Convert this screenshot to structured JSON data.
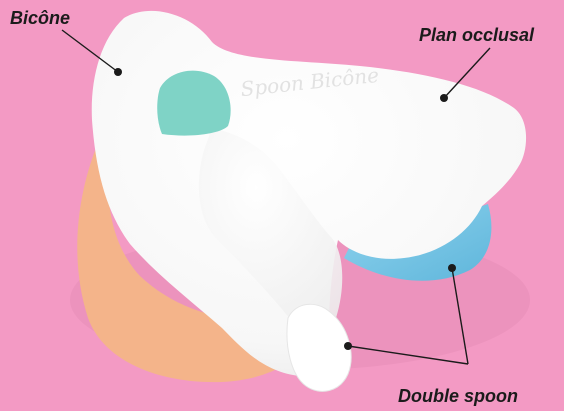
{
  "labels": {
    "bicone": "Bicône",
    "plan_occlusal": "Plan occlusal",
    "double_spoon": "Double spoon"
  },
  "product": {
    "embossed_text": "Spoon Bicône"
  },
  "colors": {
    "background": "#f39ac4",
    "body": "#ffffff",
    "bicone_accent": "#7fd3c6",
    "double_spoon_accent": "#78c8e8",
    "wing_accent": "#f4b48a",
    "leader_line": "#1b1b1b"
  }
}
